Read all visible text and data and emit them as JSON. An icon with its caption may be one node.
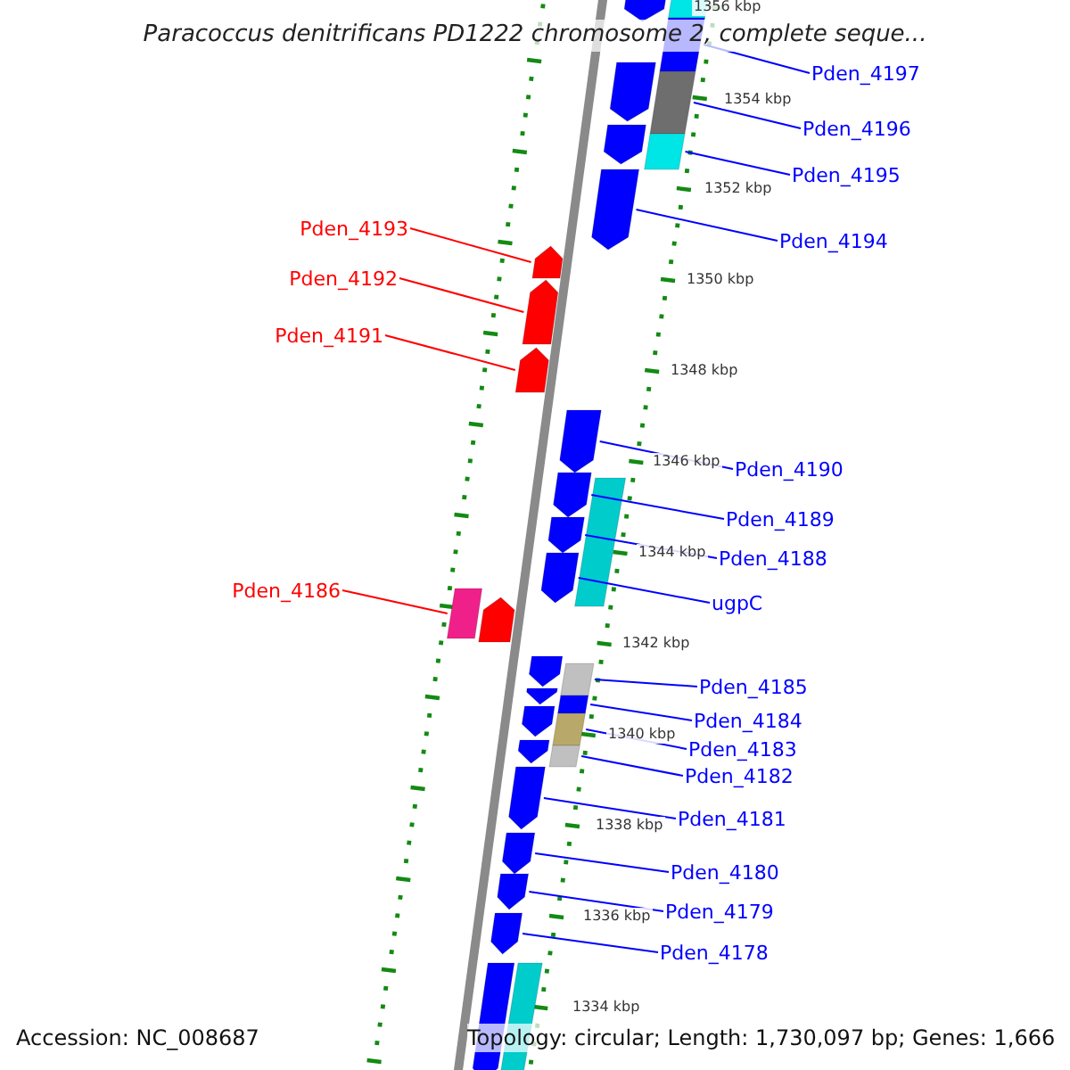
{
  "diagram": {
    "title": "Paracoccus denitrificans PD1222 chromosome 2, complete seque...",
    "nodes": [
      {
        "text": [
          "Pden_4197"
        ]
      },
      {
        "text": [
          "Pden_4196"
        ]
      },
      {
        "text": [
          "Pden_4195"
        ]
      },
      {
        "text": [
          "Pden_4194"
        ]
      },
      {
        "text": [
          "Pden_4193"
        ]
      },
      {
        "text": [
          "Pden_4192"
        ]
      },
      {
        "text": [
          "Pden_4191"
        ]
      },
      {
        "text": [
          "Pden_4190"
        ]
      },
      {
        "text": [
          "Pden_4189"
        ]
      },
      {
        "text": [
          "Pden_4188"
        ]
      },
      {
        "text": [
          "ugpC"
        ]
      },
      {
        "text": [
          "Pden_4186"
        ]
      },
      {
        "text": [
          "Pden_4185"
        ]
      },
      {
        "text": [
          "Pden_4184"
        ]
      },
      {
        "text": [
          "Pden_4183"
        ]
      },
      {
        "text": [
          "Pden_4182"
        ]
      },
      {
        "text": [
          "Pden_4181"
        ]
      },
      {
        "text": [
          "Pden_4180"
        ]
      },
      {
        "text": [
          "Pden_4179"
        ]
      },
      {
        "text": [
          "Pden_4178"
        ]
      },
      {
        "text": [],
        "shape": "arrow"
      },
      {
        "text": [],
        "shape": "bar"
      },
      {
        "text": [],
        "shape": "bar"
      },
      {
        "text": [],
        "shape": "arrow"
      },
      {
        "text": [],
        "shape": "bar"
      },
      {
        "text": [],
        "shape": "arrow"
      },
      {
        "text": [],
        "shape": "bar"
      },
      {
        "text": [],
        "shape": "arrow"
      },
      {
        "text": [],
        "shape": "arrow"
      },
      {
        "text": [],
        "shape": "arrow"
      },
      {
        "text": [],
        "shape": "arrow"
      },
      {
        "text": [],
        "shape": "arrow"
      },
      {
        "text": [],
        "shape": "arrow"
      },
      {
        "text": [],
        "shape": "bar"
      },
      {
        "text": [],
        "shape": "arrow"
      },
      {
        "text": [],
        "shape": "arrow"
      },
      {
        "text": [],
        "shape": "bar"
      },
      {
        "text": [],
        "shape": "arrow"
      },
      {
        "text": [],
        "shape": "arrow"
      },
      {
        "text": [],
        "shape": "bar"
      },
      {
        "text": [],
        "shape": "arrow"
      },
      {
        "text": [],
        "shape": "bar"
      },
      {
        "text": [],
        "shape": "arrow"
      },
      {
        "text": [],
        "shape": "bar"
      },
      {
        "text": [],
        "shape": "arrow"
      },
      {
        "text": [],
        "shape": "bar"
      },
      {
        "text": [],
        "shape": "arrow"
      },
      {
        "text": [],
        "shape": "arrow"
      },
      {
        "text": [],
        "shape": "arrow"
      },
      {
        "text": [],
        "shape": "arrow"
      },
      {
        "text": [],
        "shape": "arrow"
      },
      {
        "text": [],
        "shape": "bar"
      }
    ],
    "edges": [
      {
        "from": 0,
        "to": 22,
        "arrow": "none"
      },
      {
        "from": 1,
        "to": 24,
        "arrow": "none"
      },
      {
        "from": 2,
        "to": 26,
        "arrow": "none"
      },
      {
        "from": 3,
        "to": 27,
        "arrow": "none"
      },
      {
        "from": 4,
        "to": 28,
        "arrow": "none",
        "color": "#ff0000"
      },
      {
        "from": 5,
        "to": 29,
        "arrow": "none",
        "color": "#ff0000"
      },
      {
        "from": 6,
        "to": 30,
        "arrow": "none",
        "color": "#ff0000"
      },
      {
        "from": 7,
        "to": 31,
        "arrow": "none"
      },
      {
        "from": 8,
        "to": 32,
        "arrow": "none"
      },
      {
        "from": 9,
        "to": 34,
        "arrow": "none"
      },
      {
        "from": 10,
        "to": 35,
        "arrow": "none"
      },
      {
        "from": 11,
        "to": 36,
        "arrow": "none",
        "color": "#ff0000"
      },
      {
        "from": 12,
        "to": 39,
        "arrow": "none"
      },
      {
        "from": 13,
        "to": 41,
        "arrow": "none"
      },
      {
        "from": 14,
        "to": 43,
        "arrow": "none"
      },
      {
        "from": 15,
        "to": 45,
        "arrow": "none"
      },
      {
        "from": 16,
        "to": 46,
        "arrow": "none"
      },
      {
        "from": 17,
        "to": 47,
        "arrow": "none"
      },
      {
        "from": 18,
        "to": 48,
        "arrow": "none"
      },
      {
        "from": 19,
        "to": 49,
        "arrow": "none"
      }
    ],
    "labels": [
      "1356 kbp",
      "1354 kbp",
      "1352 kbp",
      "1350 kbp",
      "1348 kbp",
      "1346 kbp",
      "1344 kbp",
      "1342 kbp",
      "1340 kbp",
      "1338 kbp",
      "1336 kbp",
      "1334 kbp",
      "Accession: NC_008687",
      "Topology: circular; Length: 1,730,097 bp; Genes: 1,666"
    ]
  }
}
